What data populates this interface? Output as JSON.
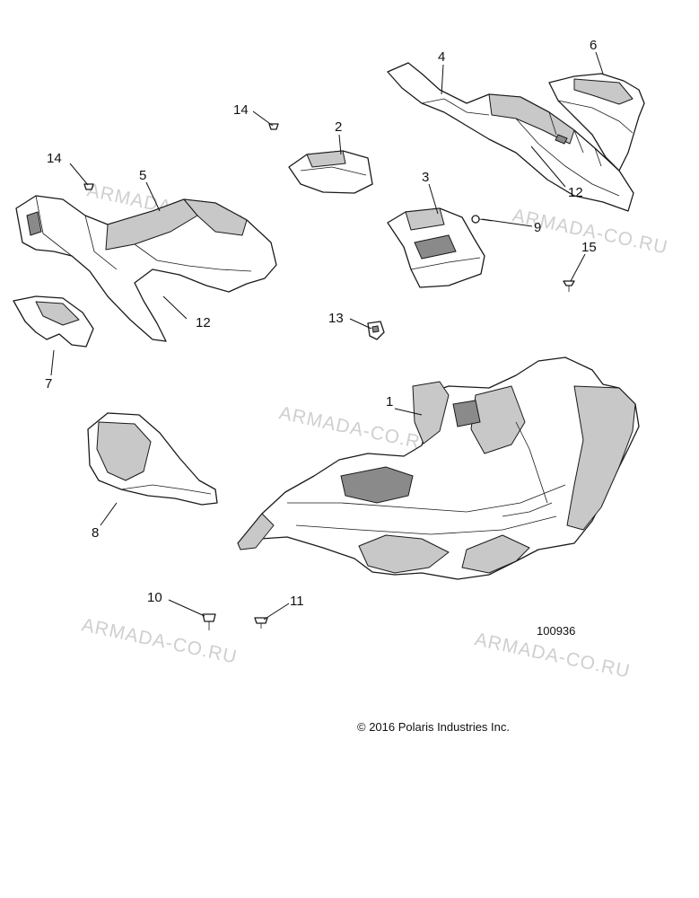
{
  "diagram": {
    "drawing_number": "100936",
    "copyright": "© 2016 Polaris Industries Inc.",
    "watermark_text": "ARMADA-CO.RU",
    "callouts": [
      "1",
      "2",
      "3",
      "4",
      "5",
      "6",
      "7",
      "8",
      "9",
      "10",
      "11",
      "12",
      "12",
      "13",
      "14",
      "14",
      "15"
    ]
  }
}
